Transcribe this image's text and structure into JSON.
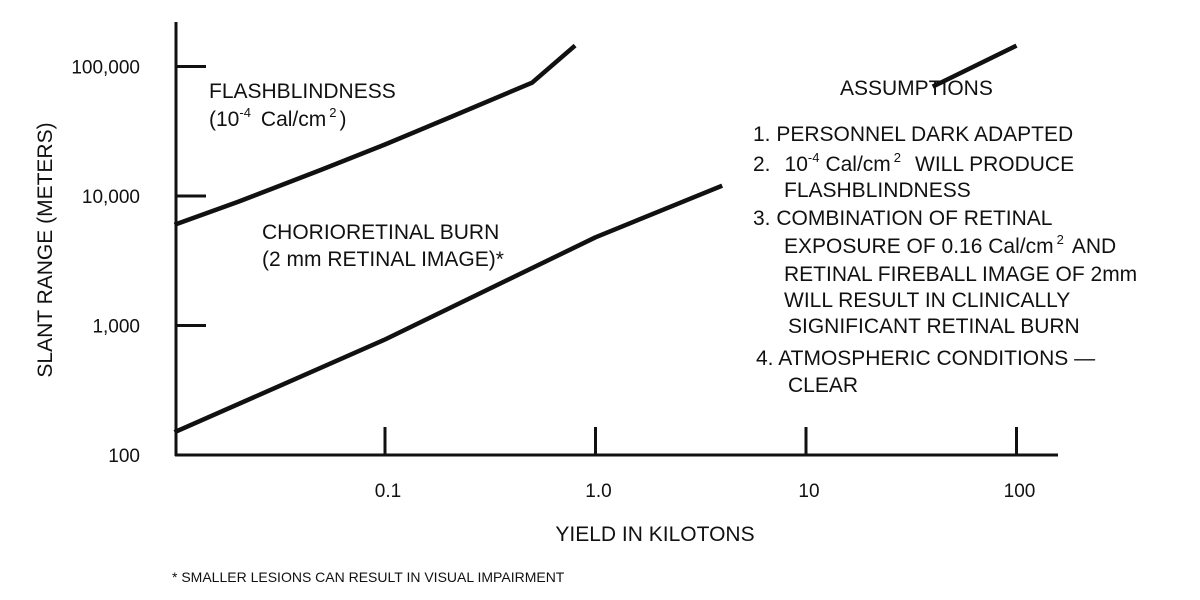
{
  "chart_data": {
    "type": "line",
    "xlabel": "YIELD IN KILOTONS",
    "ylabel": "SLANT RANGE (METERS)",
    "xscale": "log",
    "yscale": "log",
    "xlim": [
      0.01,
      150
    ],
    "ylim": [
      100,
      160000
    ],
    "x_ticks": [
      0.1,
      1,
      10,
      100
    ],
    "x_tick_labels": [
      "0.1",
      "1.0",
      "10",
      "100"
    ],
    "y_ticks": [
      100,
      1000,
      10000,
      100000
    ],
    "y_tick_labels": [
      "100",
      "1,000",
      "10,000",
      "100,000"
    ],
    "grid": false,
    "legend": "none",
    "series": [
      {
        "x": [
          0.01,
          0.02,
          0.05,
          0.1,
          0.2,
          0.5,
          0.8
        ],
        "y": [
          6000,
          9000,
          16000,
          25000,
          40000,
          75000,
          145000
        ]
      },
      {
        "x": [
          0.01,
          0.1,
          1,
          4
        ],
        "y": [
          150,
          780,
          4800,
          12000
        ]
      },
      {
        "x": [
          40,
          100
        ],
        "y": [
          70000,
          145000
        ]
      }
    ]
  },
  "annotations": {
    "flash_line1": "FLASHBLINDNESS",
    "flash_open": "(10",
    "flash_exp": "-4",
    "flash_unit": "Cal/cm",
    "flash_sq": "2",
    "flash_close": ")",
    "burn_line1": "CHORIORETINAL BURN",
    "burn_line2": "(2 mm RETINAL IMAGE)*"
  },
  "assumptions": {
    "title": "ASSUMPTIONS",
    "item1": "1.  PERSONNEL DARK ADAPTED",
    "item2_num": "2.",
    "item2_val": "10",
    "item2_exp": "-4",
    "item2_unit": "Cal/cm",
    "item2_sq": "2",
    "item2_rest": "WILL PRODUCE",
    "item2_line2": "FLASHBLINDNESS",
    "item3_line1": "3.  COMBINATION OF RETINAL",
    "item3_line2a": "EXPOSURE OF 0.16 Cal/cm",
    "item3_sq": "2",
    "item3_line2b": "AND",
    "item3_line3": "RETINAL FIREBALL IMAGE OF 2mm",
    "item3_line4": "WILL RESULT IN CLINICALLY",
    "item3_line5": "SIGNIFICANT RETINAL BURN",
    "item4_line1": "4.  ATMOSPHERIC CONDITIONS —",
    "item4_line2": "CLEAR"
  },
  "footnote": "* SMALLER LESIONS CAN RESULT IN VISUAL IMPAIRMENT",
  "colors": {
    "ink": "#111111",
    "background": "#ffffff"
  }
}
